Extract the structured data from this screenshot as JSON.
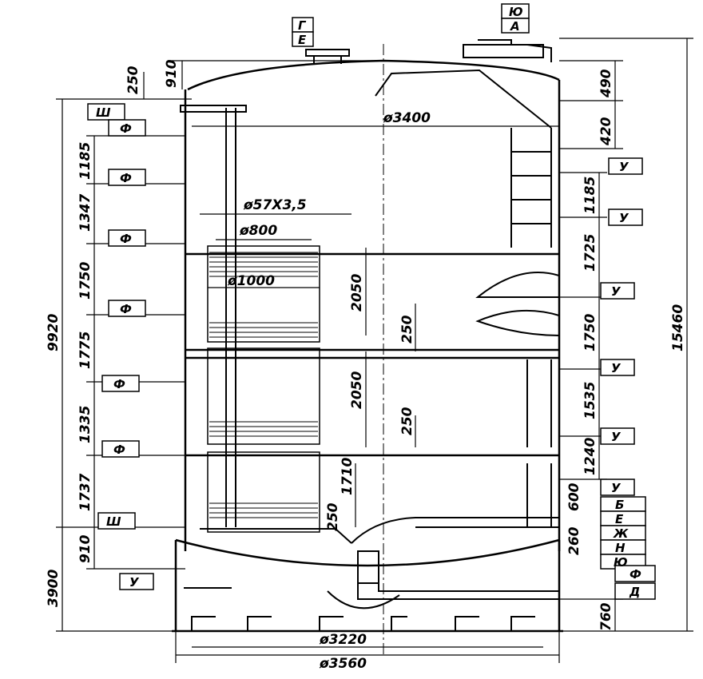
{
  "diameters": {
    "shell": "ø3400",
    "pipe": "ø57X3,5",
    "inner_ring": "ø800",
    "outer_ring": "ø1000",
    "base_inner": "ø3220",
    "base_outer": "ø3560"
  },
  "left_dims": {
    "top_250": "250",
    "top_910": "910",
    "d1185": "1185",
    "d1347": "1347",
    "d1750": "1750",
    "d1775": "1775",
    "d1335": "1335",
    "d1737": "1737",
    "bottom_910": "910",
    "total_9920": "9920",
    "d3900": "3900"
  },
  "center_dims": {
    "h2050a": "2050",
    "h250a": "250",
    "h2050b": "2050",
    "h250b": "250",
    "h1710": "1710",
    "h250c": "250"
  },
  "right_dims": {
    "d490": "490",
    "d420": "420",
    "d1185": "1185",
    "d1725": "1725",
    "d1750": "1750",
    "d1535": "1535",
    "d1240": "1240",
    "d600": "600",
    "d260": "260",
    "d760": "760",
    "total_15460": "15460"
  },
  "tags": {
    "G": "Г",
    "E_top": "Е",
    "Yu_top": "Ю",
    "A": "А",
    "Sh_top": "Ш",
    "Sh_bottom": "Ш",
    "F": "Ф",
    "U": "У",
    "B": "Б",
    "E": "Е",
    "Zh": "Ж",
    "N": "Н",
    "Yu": "Ю",
    "F_right": "Ф",
    "D": "Д",
    "U_left": "У"
  }
}
